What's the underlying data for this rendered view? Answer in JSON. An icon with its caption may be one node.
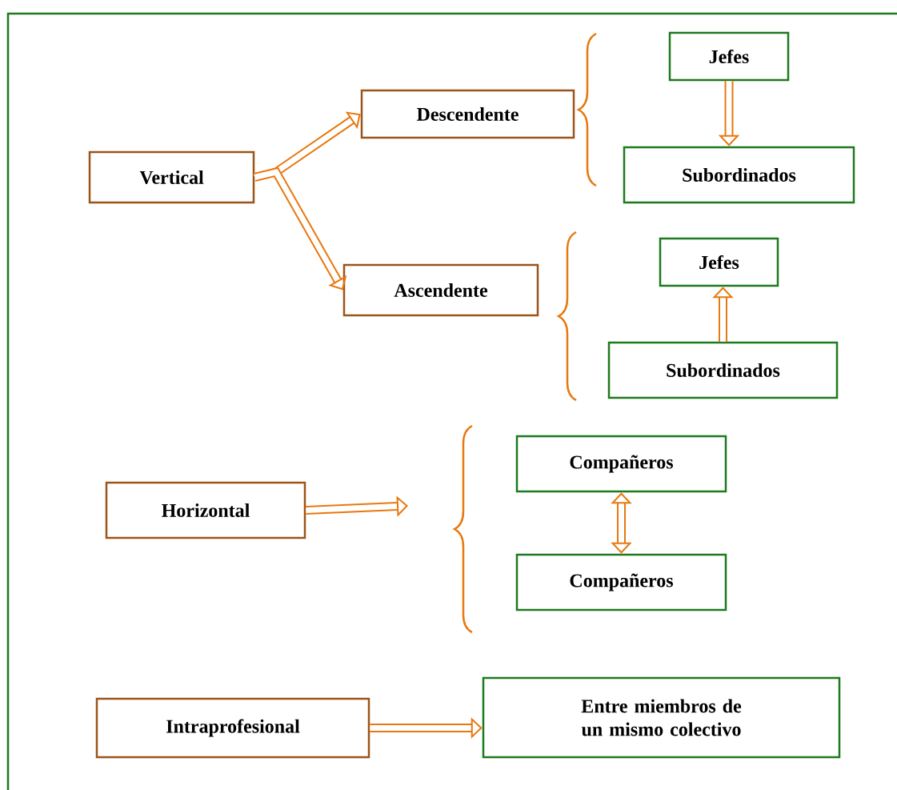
{
  "diagram": {
    "nodes": [
      {
        "text": [
          "Vertical"
        ]
      },
      {
        "text": [
          "Descendente"
        ]
      },
      {
        "text": [
          "Jefes"
        ]
      },
      {
        "text": [
          "Subordinados"
        ]
      },
      {
        "text": [
          "Ascendente"
        ]
      },
      {
        "text": [
          "Jefes"
        ]
      },
      {
        "text": [
          "Subordinados"
        ]
      },
      {
        "text": [
          "Horizontal"
        ]
      },
      {
        "text": [
          "Compañeros"
        ]
      },
      {
        "text": [
          "Compañeros"
        ]
      },
      {
        "text": [
          "Intraprofesional"
        ]
      },
      {
        "text": [
          "Entre miembros de un mismo colectivo"
        ]
      }
    ],
    "edges": [
      {
        "from": 0,
        "to": 1,
        "arrow": "to"
      },
      {
        "from": 0,
        "to": 4,
        "arrow": "to"
      },
      {
        "from": 2,
        "to": 3,
        "arrow": "to"
      },
      {
        "from": 6,
        "to": 5,
        "arrow": "to"
      },
      {
        "from": 7,
        "to": null,
        "arrow": "to"
      },
      {
        "from": 8,
        "to": 9,
        "arrow": "both"
      },
      {
        "from": 10,
        "to": 11,
        "arrow": "to"
      }
    ]
  }
}
